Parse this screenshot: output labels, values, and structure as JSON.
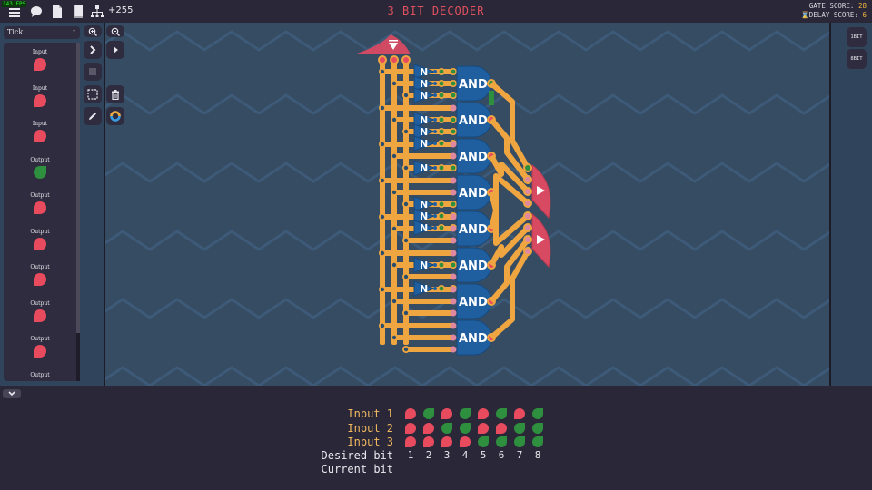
{
  "topbar": {
    "fps": "143 FPS",
    "icons": [
      "menu-icon",
      "chat-icon",
      "document-icon",
      "book-icon",
      "hierarchy-icon"
    ],
    "plus_count": "+255",
    "title": "3 BIT DECODER",
    "gate_score_label": "GATE SCORE:",
    "gate_score": "28",
    "delay_score_label": "DELAY SCORE:",
    "delay_score": "6"
  },
  "left_panel": {
    "tick_label": "Tick",
    "tick_minus": "-",
    "components": [
      {
        "label": "Input",
        "state": "red"
      },
      {
        "label": "Input",
        "state": "red"
      },
      {
        "label": "Input",
        "state": "red"
      },
      {
        "label": "Output",
        "state": "green"
      },
      {
        "label": "Output",
        "state": "red"
      },
      {
        "label": "Output",
        "state": "red"
      },
      {
        "label": "Output",
        "state": "red"
      },
      {
        "label": "Output",
        "state": "red"
      },
      {
        "label": "Output",
        "state": "red"
      },
      {
        "label": "Output",
        "state": "red"
      }
    ]
  },
  "tools": {
    "zoom_in": "zoom-in-icon",
    "zoom_out": "zoom-out-icon",
    "step": "step-icon",
    "play": "play-icon",
    "stop": "stop-icon",
    "select": "select-icon",
    "delete": "trash-icon",
    "pencil": "pencil-icon",
    "color": "color-wheel-icon"
  },
  "right_panel": {
    "buttons": [
      "1BIT",
      "8BIT"
    ]
  },
  "circuit": {
    "not_label": "N",
    "and_label": "AND",
    "and_gate_count": 8,
    "colors": {
      "wire": "#f0a640",
      "gate": "#1f5fa0",
      "on": "#2e8f3e",
      "off": "#e84a5e",
      "io": "#d84a62"
    }
  },
  "truth_table": {
    "rows": [
      {
        "label": "Input 1",
        "values": [
          0,
          1,
          0,
          1,
          0,
          1,
          0,
          1
        ]
      },
      {
        "label": "Input 2",
        "values": [
          0,
          0,
          1,
          1,
          0,
          0,
          1,
          1
        ]
      },
      {
        "label": "Input 3",
        "values": [
          0,
          0,
          0,
          0,
          1,
          1,
          1,
          1
        ]
      }
    ],
    "desired_label": "Desired bit",
    "desired": [
      "1",
      "2",
      "3",
      "4",
      "5",
      "6",
      "7",
      "8"
    ],
    "current_label": "Current bit",
    "current": []
  }
}
